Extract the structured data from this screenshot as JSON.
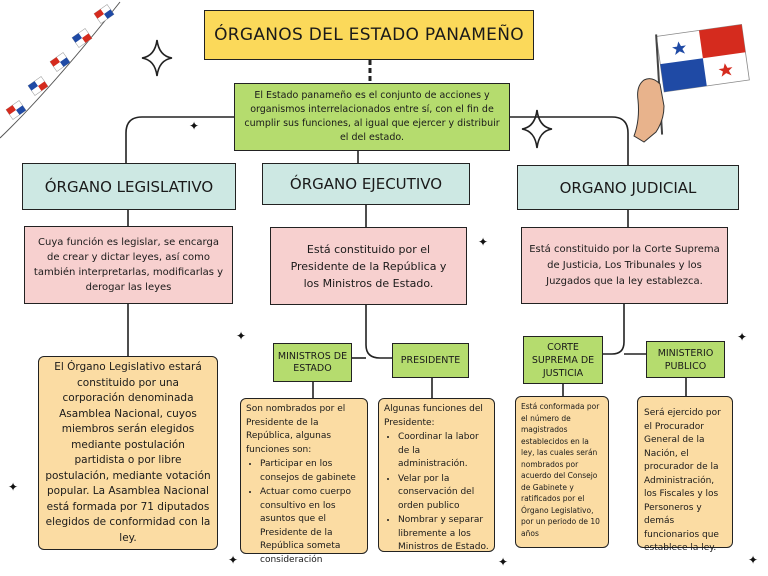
{
  "diagram": {
    "title": "ÓRGANOS DEL ESTADO PANAMEÑO",
    "intro": "El Estado panameño es el conjunto de acciones y organismos interrelacionados entre sí, con el fin de cumplir sus funciones, al igual que ejercer y distribuir el del estado.",
    "legislativo": {
      "heading": "ÓRGANO LEGISLATIVO",
      "function": "Cuya función es legislar, se encarga de crear y dictar leyes, así como también interpretarlas, modificarlas y derogar las leyes",
      "detail": "El Órgano Legislativo estará constituido por una corporación denominada Asamblea Nacional, cuyos miembros serán elegidos mediante postulación partidista o por libre postulación, mediante votación popular. La Asamblea Nacional está formada por 71 diputados elegidos de conformidad con la ley."
    },
    "ejecutivo": {
      "heading": "ÓRGANO EJECUTIVO",
      "function": "Está constituido por el Presidente de la República y los Ministros de Estado.",
      "ministros": {
        "label": "MINISTROS DE ESTADO",
        "intro": "Son nombrados por el Presidente de la República, algunas funciones son:",
        "items": [
          "Participar en los consejos de gabinete",
          "Actuar como cuerpo consultivo en los asuntos que el Presidente de la República someta consideración"
        ]
      },
      "presidente": {
        "label": "PRESIDENTE",
        "intro": "Algunas funciones del Presidente:",
        "items": [
          "Coordinar la labor de la administración.",
          "Velar por la conservación del orden publico",
          "Nombrar y separar libremente a los Ministros de Estado."
        ]
      }
    },
    "judicial": {
      "heading": "ORGANO JUDICIAL",
      "function": "Está constituido por la Corte Suprema de Justicia, Los Tribunales y los Juzgados que la ley establezca.",
      "corte": {
        "label": "CORTE SUPREMA DE JUSTICIA",
        "detail": "Está conformada por el número de magistrados establecidos en la ley, las cuales serán nombrados por acuerdo del Consejo de Gabinete y ratificados por el Órgano Legislativo, por un periodo de 10 años"
      },
      "ministerio": {
        "label": "MINISTERIO PUBLICO",
        "detail": "Será ejercido por el Procurador General de la Nación, el procurador de la Administración, los Fiscales y los Personeros y demás funcionarios que establece la ley."
      }
    }
  },
  "colors": {
    "title": "#fbd95a",
    "intro": "#b5dc6e",
    "heading": "#cde8e3",
    "function": "#f7d0cf",
    "detail": "#fbdca3",
    "flag_red": "#d52b1e",
    "flag_blue": "#1f4aa5"
  },
  "decorations": [
    "panama-flag-garland",
    "hand-holding-panama-flag-icon",
    "sparkle-star-icon"
  ]
}
